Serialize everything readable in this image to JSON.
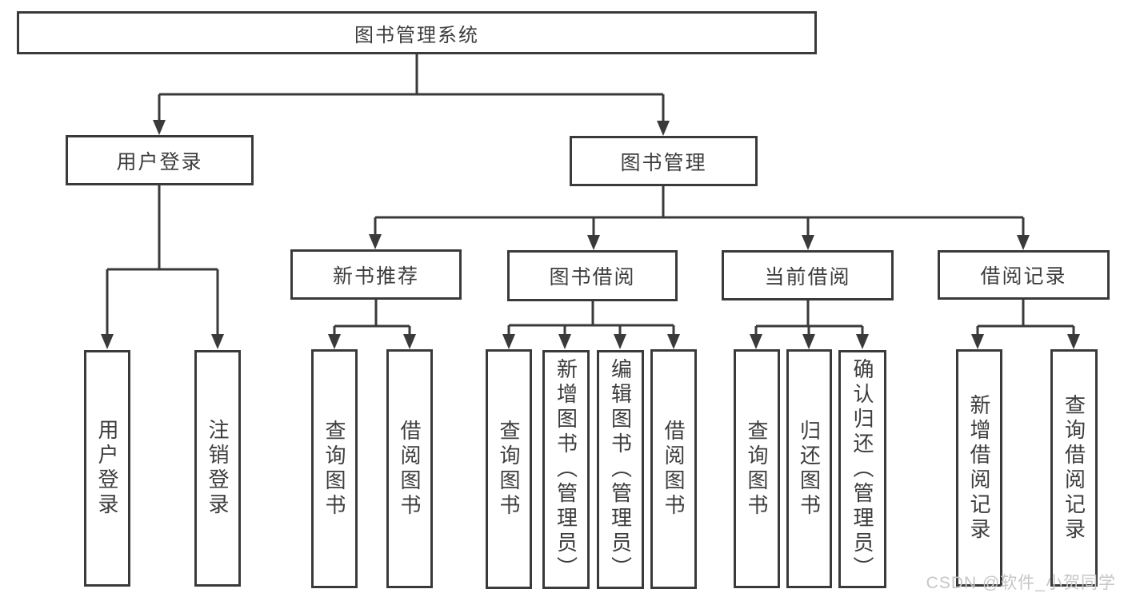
{
  "diagram": {
    "root": {
      "label": "图书管理系统"
    },
    "branches": [
      {
        "label": "用户登录",
        "children": [
          {
            "label": "用户登录"
          },
          {
            "label": "注销登录"
          }
        ]
      },
      {
        "label": "图书管理",
        "children": [
          {
            "label": "新书推荐",
            "children": [
              {
                "label": "查询图书"
              },
              {
                "label": "借阅图书"
              }
            ]
          },
          {
            "label": "图书借阅",
            "children": [
              {
                "label": "查询图书"
              },
              {
                "label": "新增图书（管理员）"
              },
              {
                "label": "编辑图书（管理员）"
              },
              {
                "label": "借阅图书"
              }
            ]
          },
          {
            "label": "当前借阅",
            "children": [
              {
                "label": "查询图书"
              },
              {
                "label": "归还图书"
              },
              {
                "label": "确认归还（管理员）"
              }
            ]
          },
          {
            "label": "借阅记录",
            "children": [
              {
                "label": "新增借阅记录"
              },
              {
                "label": "查询借阅记录"
              }
            ]
          }
        ]
      }
    ],
    "watermark": "CSDN @软件_小贺同学",
    "colors": {
      "line": "#3a3a3a",
      "box_border": "#3a3a3a",
      "text": "#3d3d3d",
      "watermark": "#c6c6c6",
      "background": "#ffffff"
    }
  }
}
